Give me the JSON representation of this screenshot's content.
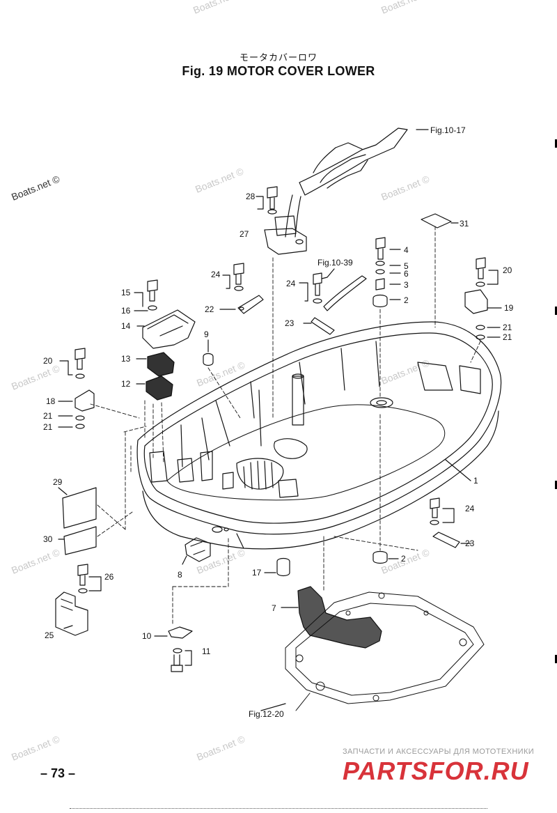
{
  "header": {
    "title_jp": "モータカバーロワ",
    "title": "Fig. 19    MOTOR COVER LOWER"
  },
  "watermark": "Boats.net ©",
  "parts": [
    {
      "no": "1"
    },
    {
      "no": "2"
    },
    {
      "no": "3"
    },
    {
      "no": "4"
    },
    {
      "no": "5"
    },
    {
      "no": "6"
    },
    {
      "no": "7"
    },
    {
      "no": "8"
    },
    {
      "no": "9"
    },
    {
      "no": "10"
    },
    {
      "no": "11"
    },
    {
      "no": "12"
    },
    {
      "no": "13"
    },
    {
      "no": "14"
    },
    {
      "no": "15"
    },
    {
      "no": "16"
    },
    {
      "no": "17"
    },
    {
      "no": "18"
    },
    {
      "no": "19"
    },
    {
      "no": "20"
    },
    {
      "no": "21"
    },
    {
      "no": "22"
    },
    {
      "no": "23"
    },
    {
      "no": "24"
    },
    {
      "no": "25"
    },
    {
      "no": "26"
    },
    {
      "no": "27"
    },
    {
      "no": "28"
    },
    {
      "no": "29"
    },
    {
      "no": "30"
    },
    {
      "no": "31"
    }
  ],
  "refs": {
    "fig_10_17": "Fig.10-17",
    "fig_10_39": "Fig.10-39",
    "fig_12_20": "Fig.12-20"
  },
  "footer": {
    "page_number": "– 73 –",
    "brand_tagline": "ЗАПЧАСТИ И АКСЕССУАРЫ ДЛЯ МОТОТЕХНИКИ",
    "brand_name": "PARTSFOR.RU"
  }
}
